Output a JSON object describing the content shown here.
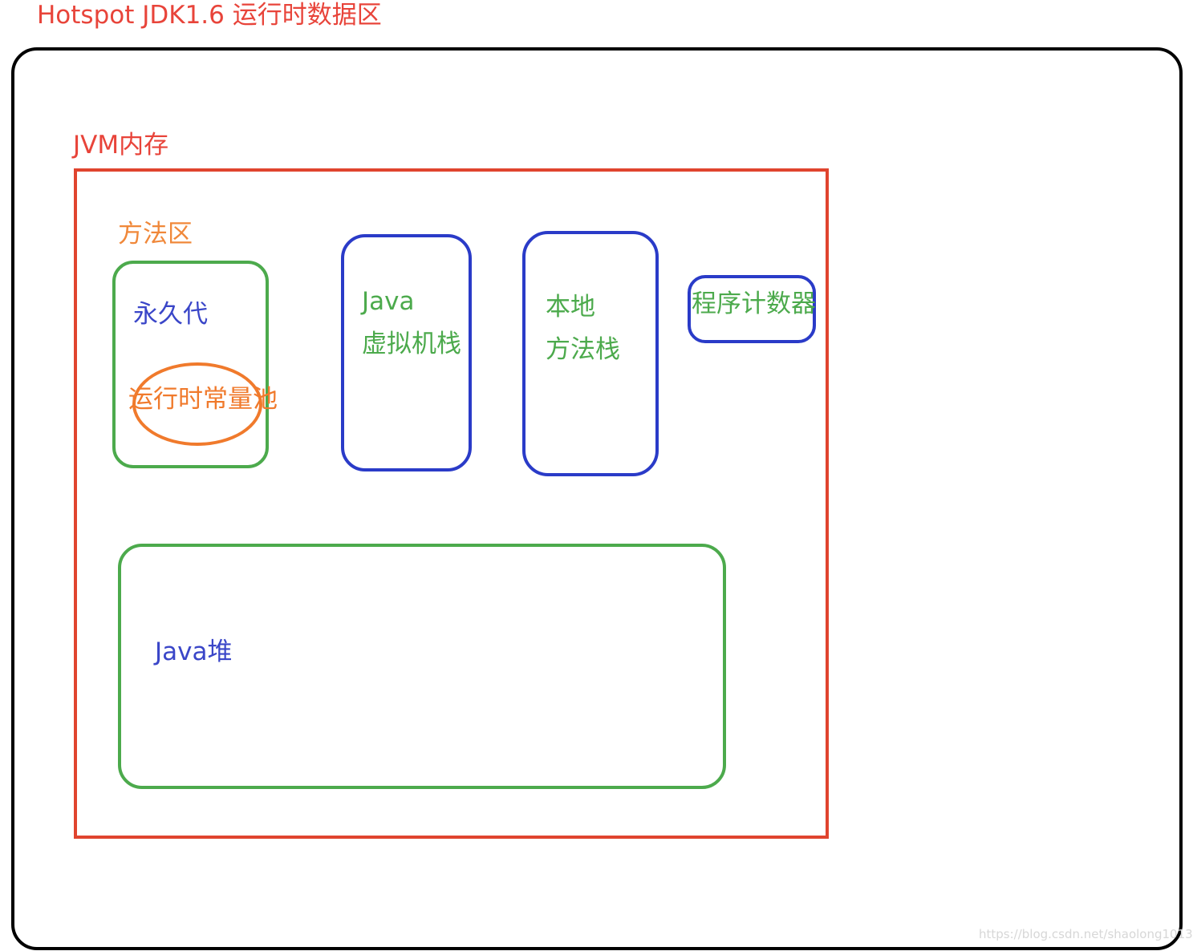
{
  "title": "Hotspot JDK1.6 运行时数据区",
  "jvm": {
    "label": "JVM内存"
  },
  "method_area": {
    "label": "方法区",
    "permgen_label": "永久代",
    "constant_pool_label": "运行时常量池"
  },
  "vm_stack": {
    "line1": "Java",
    "line2": "虚拟机栈"
  },
  "native_stack": {
    "line1": "本地",
    "line2": "方法栈"
  },
  "program_counter": {
    "label": "程序计数器"
  },
  "heap": {
    "label": "Java堆"
  },
  "watermark": "https://blog.csdn.net/shaolong1013",
  "colors": {
    "red": "#e0442e",
    "orange": "#f07a2c",
    "green": "#4caa4c",
    "blue": "#2a3bc8",
    "black": "#000000"
  }
}
